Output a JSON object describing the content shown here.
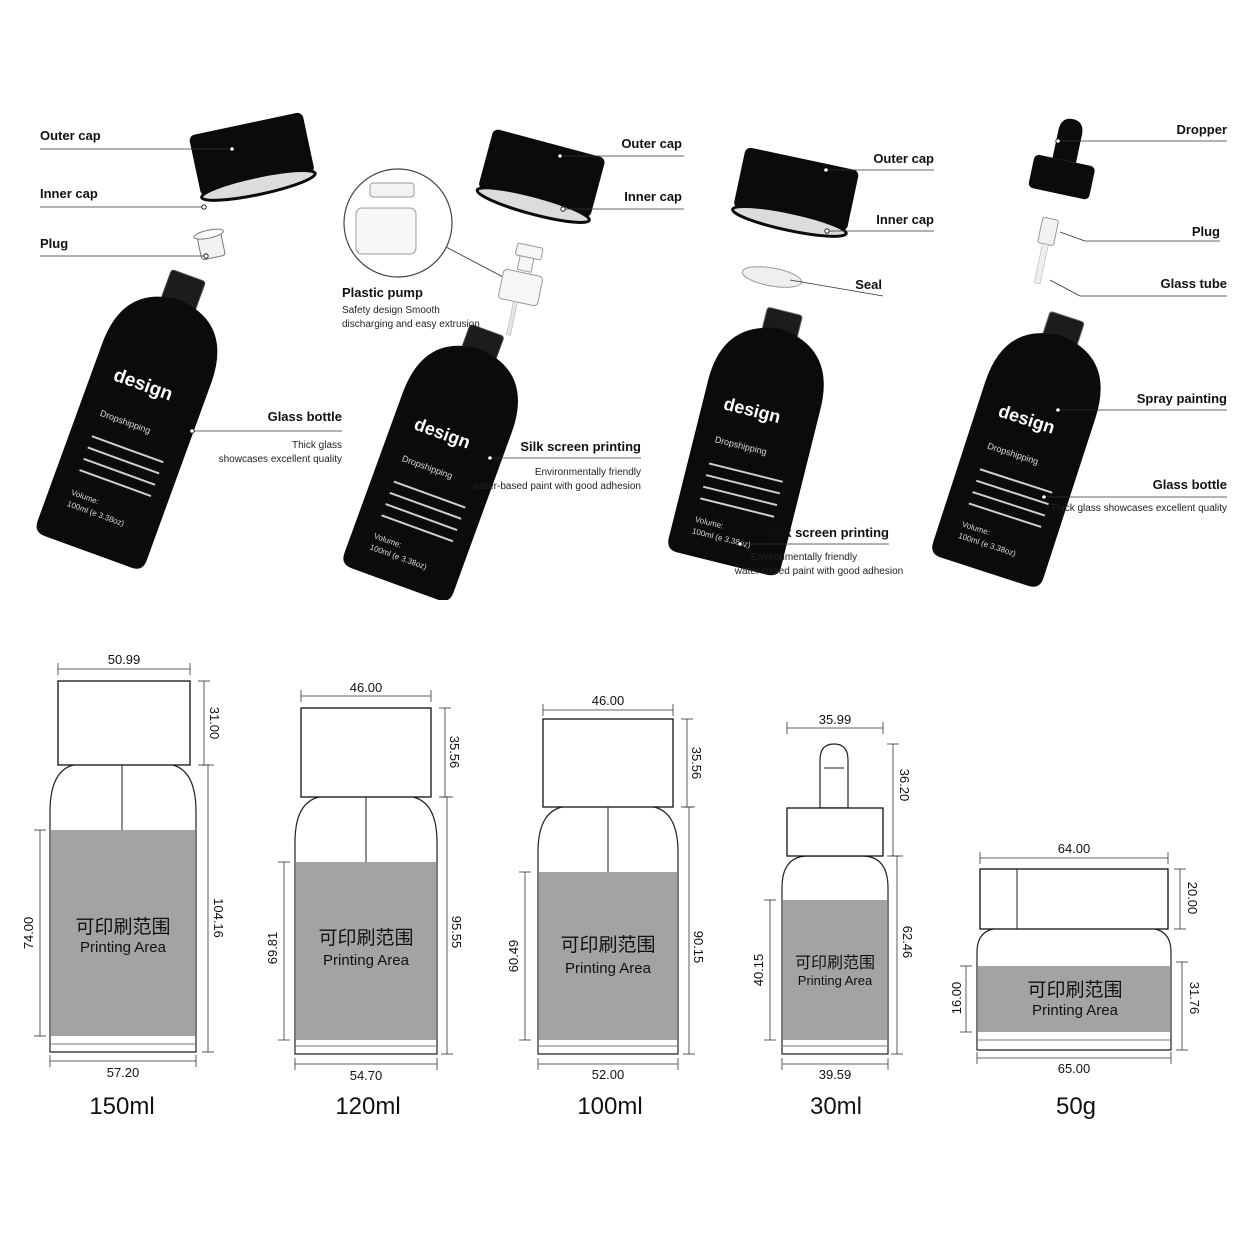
{
  "product1": {
    "outer_cap": "Outer cap",
    "inner_cap": "Inner cap",
    "plug": "Plug",
    "glass_bottle": "Glass bottle",
    "glass_bottle_desc": [
      "Thick glass",
      "showcases excellent quality"
    ]
  },
  "product2": {
    "outer_cap": "Outer cap",
    "inner_cap": "Inner cap",
    "plastic_pump": "Plastic pump",
    "plastic_pump_desc": [
      "Safety design Smooth",
      "discharging and easy extrusion"
    ],
    "silk_screen": "Silk screen printing",
    "silk_screen_desc": [
      "Environmentally friendly",
      "water-based paint with good adhesion"
    ]
  },
  "product3": {
    "outer_cap": "Outer cap",
    "inner_cap": "Inner cap",
    "seal": "Seal",
    "silk_screen": "Silk screen printing",
    "silk_screen_desc": [
      "Environmentally friendly",
      "water-based paint with good adhesion"
    ]
  },
  "product4": {
    "dropper": "Dropper",
    "plug": "Plug",
    "glass_tube": "Glass tube",
    "spray_painting": "Spray painting",
    "glass_bottle": "Glass bottle",
    "glass_bottle_desc": "Thick glass showcases excellent quality"
  },
  "bottle_print": {
    "brand": "design",
    "line1": "Dropshipping",
    "line2": "Volume:",
    "line3": "100ml (e 3.38oz)"
  },
  "printing_area": {
    "cn": "可印刷范围",
    "en": "Printing Area"
  },
  "drawings": [
    {
      "size": "150ml",
      "cap_width": "50.99",
      "cap_height": "31.00",
      "body_height": "104.16",
      "print_height": "74.00",
      "base_width": "57.20"
    },
    {
      "size": "120ml",
      "cap_width": "46.00",
      "cap_height": "35.56",
      "body_height": "95.55",
      "print_height": "69.81",
      "base_width": "54.70"
    },
    {
      "size": "100ml",
      "cap_width": "46.00",
      "cap_height": "35.56",
      "body_height": "90.15",
      "print_height": "60.49",
      "base_width": "52.00"
    },
    {
      "size": "30ml",
      "cap_width": "35.99",
      "cap_height": "36.20",
      "body_height": "62.46",
      "print_height": "40.15",
      "base_width": "39.59"
    },
    {
      "size": "50g",
      "cap_width": "64.00",
      "cap_height": "20.00",
      "body_height": "31.76",
      "print_height": "16.00",
      "base_width": "65.00"
    }
  ],
  "colors": {
    "bottle": "#0b0b0b",
    "print_area": "#a3a3a3",
    "line": "#333333"
  }
}
